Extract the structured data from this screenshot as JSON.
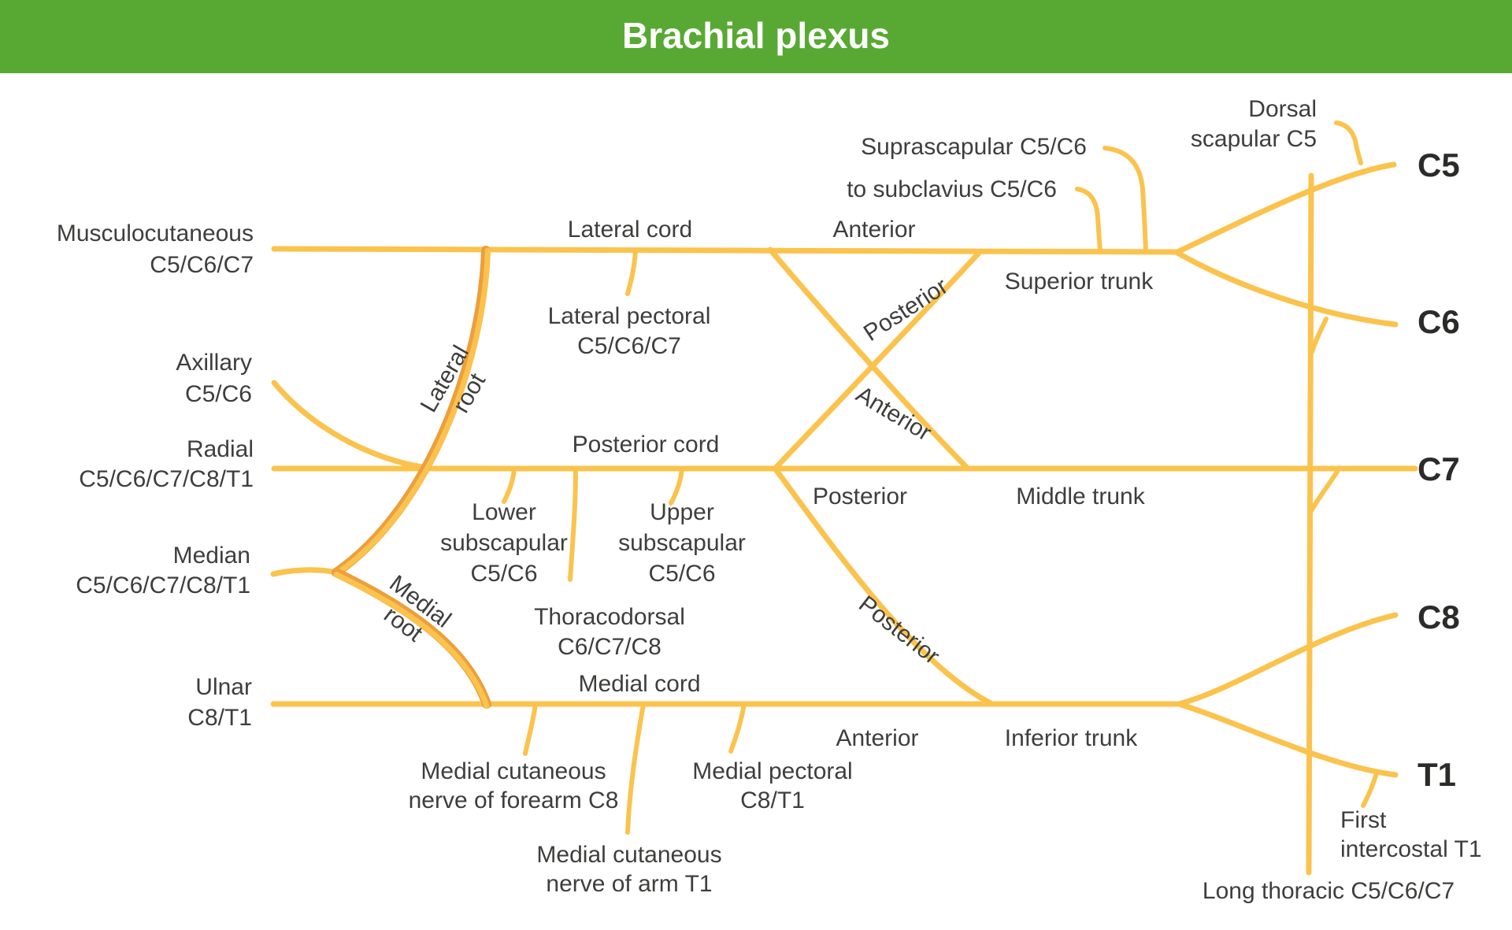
{
  "header": {
    "title": "Brachial plexus"
  },
  "colors": {
    "header_bg": "#58a933",
    "title": "#ffffff",
    "line": "#fbc34d",
    "root_shadow": "#ec9f3c",
    "text": "#3e3e3d",
    "root_label": "#2b2b2a"
  },
  "labels": {
    "musculocutaneous": {
      "line1": "Musculocutaneous",
      "line2": "C5/C6/C7"
    },
    "axillary": {
      "line1": "Axillary",
      "line2": "C5/C6"
    },
    "radial": {
      "line1": "Radial",
      "line2": "C5/C6/C7/C8/T1"
    },
    "median": {
      "line1": "Median",
      "line2": "C5/C6/C7/C8/T1"
    },
    "ulnar": {
      "line1": "Ulnar",
      "line2": "C8/T1"
    },
    "lateral_root": {
      "line1": "Lateral",
      "line2": "root"
    },
    "medial_root": {
      "line1": "Medial",
      "line2": "root"
    },
    "lateral_cord": "Lateral cord",
    "posterior_cord": "Posterior cord",
    "medial_cord": "Medial cord",
    "anterior_top": "Anterior",
    "posterior_upper": "Posterior",
    "anterior_mid": "Anterior",
    "posterior_mid": "Posterior",
    "posterior_lower": "Posterior",
    "anterior_bottom": "Anterior",
    "superior_trunk": "Superior trunk",
    "middle_trunk": "Middle trunk",
    "inferior_trunk": "Inferior trunk",
    "suprascapular": "Suprascapular C5/C6",
    "to_subclavius": "to subclavius C5/C6",
    "dorsal_scapular": {
      "line1": "Dorsal",
      "line2": "scapular C5"
    },
    "lateral_pectoral": {
      "line1": "Lateral pectoral",
      "line2": "C5/C6/C7"
    },
    "lower_subscapular": {
      "line1": "Lower",
      "line2": "subscapular",
      "line3": "C5/C6"
    },
    "upper_subscapular": {
      "line1": "Upper",
      "line2": "subscapular",
      "line3": "C5/C6"
    },
    "thoracodorsal": {
      "line1": "Thoracodorsal",
      "line2": "C6/C7/C8"
    },
    "medial_cutaneous_forearm": {
      "line1": "Medial cutaneous",
      "line2": "nerve of forearm C8"
    },
    "medial_pectoral": {
      "line1": "Medial pectoral",
      "line2": "C8/T1"
    },
    "medial_cutaneous_arm": {
      "line1": "Medial cutaneous",
      "line2": "nerve of arm T1"
    },
    "first_intercostal": {
      "line1": "First",
      "line2": "intercostal T1"
    },
    "long_thoracic": "Long thoracic C5/C6/C7",
    "roots": {
      "c5": "C5",
      "c6": "C6",
      "c7": "C7",
      "c8": "C8",
      "t1": "T1"
    }
  }
}
